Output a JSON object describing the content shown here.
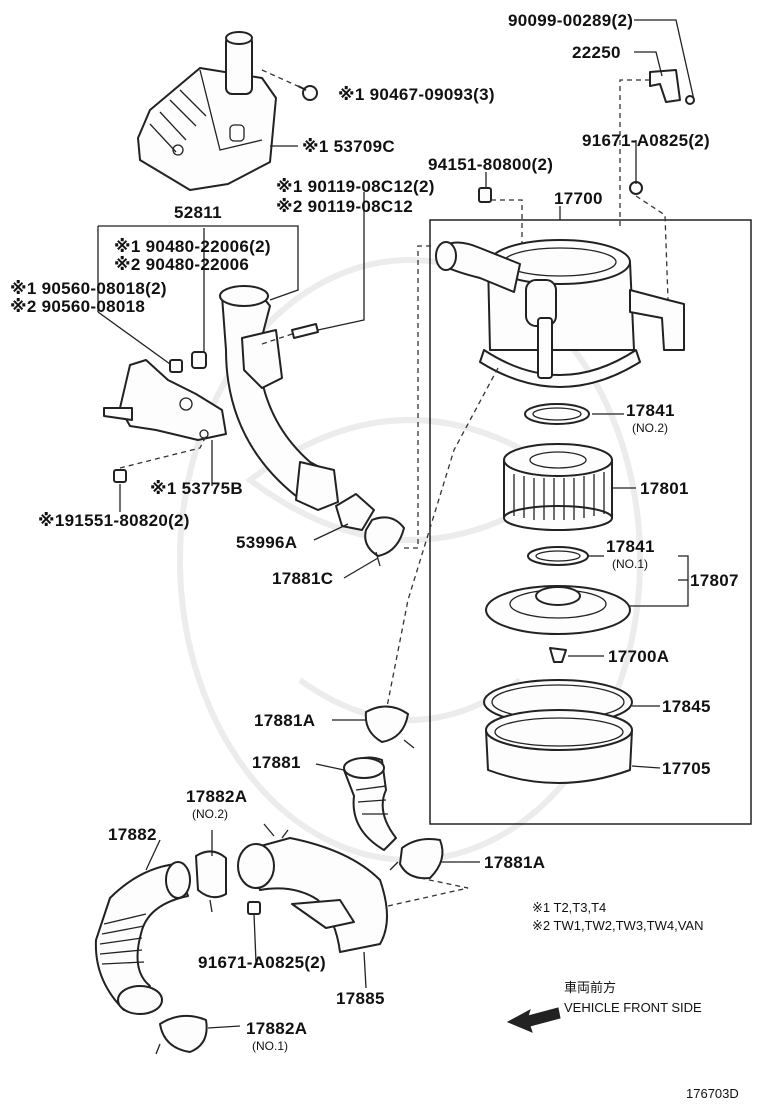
{
  "labels": {
    "p90099": "90099-00289(2)",
    "p22250": "22250",
    "p90467": "※1 90467-09093(3)",
    "p91671_top": "91671-A0825(2)",
    "p53709": "※1 53709C",
    "p94151": "94151-80800(2)",
    "p17700": "17700",
    "p90119_1": "※1 90119-08C12(2)",
    "p90119_2": "※2 90119-08C12",
    "p52811": "52811",
    "p90480_1": "※1 90480-22006(2)",
    "p90480_2": "※2 90480-22006",
    "p90560_1": "※1 90560-08018(2)",
    "p90560_2": "※2 90560-08018",
    "p17841a": "17841",
    "p17841a_sub": "(NO.2)",
    "p17801": "17801",
    "p53775": "※1 53775B",
    "p91551": "※191551-80820(2)",
    "p53996": "53996A",
    "p17841b": "17841",
    "p17841b_sub": "(NO.1)",
    "p17807": "17807",
    "p17881c": "17881C",
    "p17700a": "17700A",
    "p17881a_top": "17881A",
    "p17845": "17845",
    "p17881": "17881",
    "p17705": "17705",
    "p17882a_top": "17882A",
    "p17882a_top_sub": "(NO.2)",
    "p17882": "17882",
    "p17881a_bot": "17881A",
    "p91671_bot": "91671-A0825(2)",
    "p17885": "17885",
    "p17882a_bot": "17882A",
    "p17882a_bot_sub": "(NO.1)"
  },
  "legend": {
    "note1": "※1 T2,T3,T4",
    "note2": "※2 TW1,TW2,TW3,TW4,VAN"
  },
  "direction": {
    "jp": "車両前方",
    "en": "VEHICLE FRONT SIDE"
  },
  "figure_id": "176703D"
}
